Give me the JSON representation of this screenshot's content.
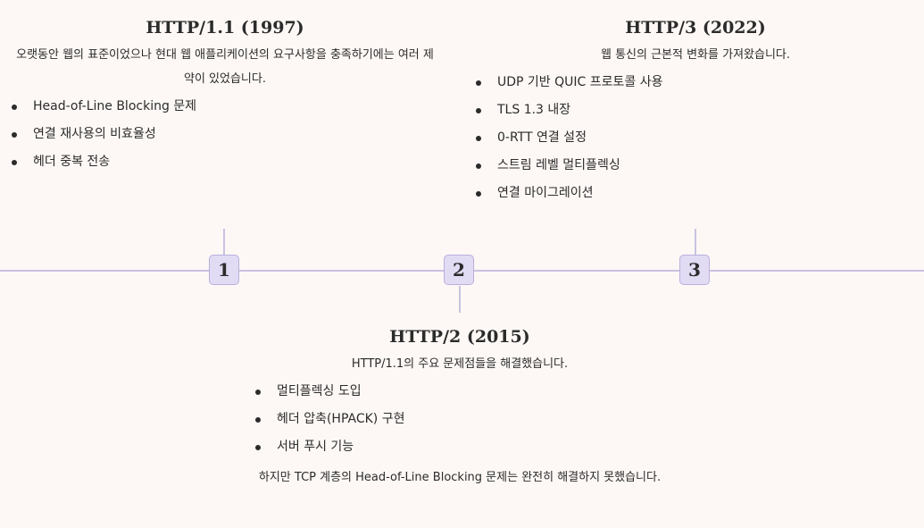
{
  "timeline": {
    "markers": [
      "1",
      "2",
      "3"
    ],
    "events": [
      {
        "title": "HTTP/1.1 (1997)",
        "desc": "오랫동안 웹의 표준이었으나 현대 웹 애플리케이션의 요구사항을 충족하기에는 여러 제약이 있었습니다.",
        "items": [
          "Head-of-Line Blocking 문제",
          "연결 재사용의 비효율성",
          "헤더 중복 전송"
        ]
      },
      {
        "title": "HTTP/2 (2015)",
        "desc": "HTTP/1.1의 주요 문제점들을 해결했습니다.",
        "items": [
          "멀티플렉싱 도입",
          "헤더 압축(HPACK) 구현",
          "서버 푸시 기능"
        ],
        "note": "하지만 TCP 계층의 Head-of-Line Blocking 문제는 완전히 해결하지 못했습니다."
      },
      {
        "title": "HTTP/3 (2022)",
        "desc": "웹 통신의 근본적 변화를 가져왔습니다.",
        "items": [
          "UDP 기반 QUIC 프로토콜 사용",
          "TLS 1.3 내장",
          "0-RTT 연결 설정",
          "스트림 레벨 멀티플렉싱",
          "연결 마이그레이션"
        ]
      }
    ]
  }
}
